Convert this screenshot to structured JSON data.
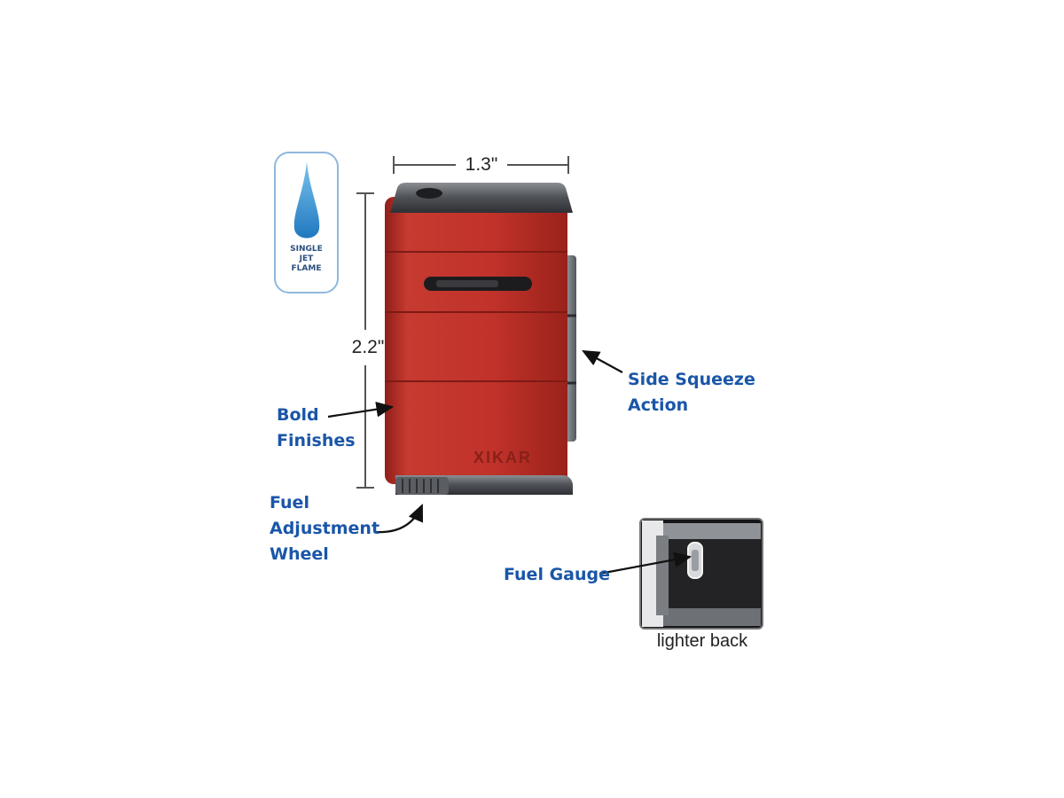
{
  "badge": {
    "lines": [
      "SINGLE",
      "JET",
      "FLAME"
    ],
    "flame_color": "#2e8ecf",
    "border_color": "#8fb8de"
  },
  "dimensions": {
    "width_label": "1.3\"",
    "height_label": "2.2\""
  },
  "lighter": {
    "body_color": "#c0322a",
    "trim_color": "#5b5e63",
    "brand": "XIKAR"
  },
  "callouts": {
    "side_squeeze": "Side Squeeze\nAction",
    "bold_finishes": "Bold\nFinishes",
    "fuel_wheel": "Fuel\nAdjustment\nWheel",
    "fuel_gauge": "Fuel Gauge"
  },
  "inset": {
    "caption": "lighter back"
  },
  "colors": {
    "callout": "#1a56a8"
  }
}
